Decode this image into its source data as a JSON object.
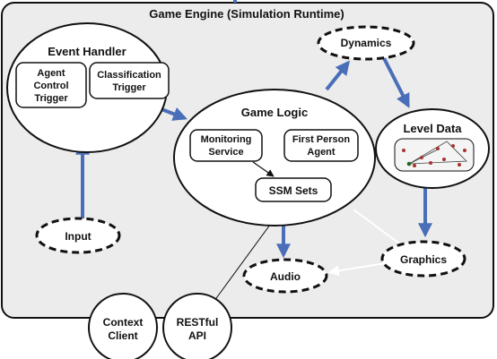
{
  "title": "Game Engine (Simulation Runtime)",
  "colors": {
    "container_fill": "#ececec",
    "node_fill": "#ffffff",
    "stroke": "#111111",
    "arrow_blue": "#4a6fb8",
    "connector_white": "#ffffff"
  },
  "nodes": {
    "event_handler": {
      "label": "Event Handler"
    },
    "agent_control_trigger": {
      "lines": [
        "Agent",
        "Control",
        "Trigger"
      ]
    },
    "classification_trigger": {
      "lines": [
        "Classification",
        "Trigger"
      ]
    },
    "dynamics": {
      "label": "Dynamics"
    },
    "game_logic": {
      "label": "Game Logic"
    },
    "monitoring_service": {
      "lines": [
        "Monitoring",
        "Service"
      ]
    },
    "first_person_agent": {
      "lines": [
        "First Person",
        "Agent"
      ]
    },
    "ssm_sets": {
      "label": "SSM Sets"
    },
    "level_data": {
      "label": "Level Data"
    },
    "input": {
      "label": "Input"
    },
    "audio": {
      "label": "Audio"
    },
    "graphics": {
      "label": "Graphics"
    },
    "context_client": {
      "lines": [
        "Context",
        "Client"
      ]
    },
    "restful_api": {
      "lines": [
        "RESTful",
        "API"
      ]
    }
  }
}
